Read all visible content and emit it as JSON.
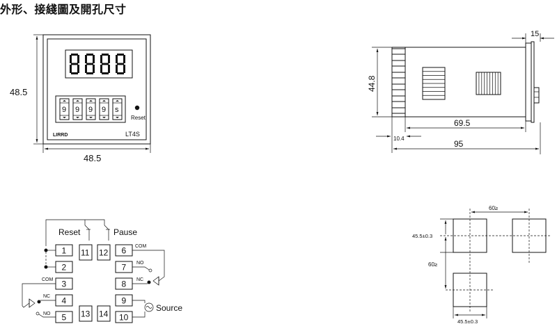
{
  "title": "外形、接綫圖及開孔尺寸",
  "front_view": {
    "height_dim": "48.5",
    "width_dim": "48.5",
    "thumbwheel_digits": [
      "9",
      "9",
      "9",
      "9",
      "s"
    ],
    "reset_label": "Reset",
    "brand": "LIRRD",
    "model": "LT4S"
  },
  "side_view": {
    "depth_dim": "15",
    "height_dim": "44.8",
    "body_dim": "69.5",
    "bezel_dim": "10.4",
    "total_dim": "95"
  },
  "wiring": {
    "reset_label": "Reset",
    "pause_label": "Pause",
    "source_label": "Source",
    "terminals": [
      "1",
      "2",
      "3",
      "4",
      "5",
      "6",
      "7",
      "8",
      "9",
      "10",
      "11",
      "12",
      "13",
      "14"
    ],
    "com_label": "COM",
    "no_label": "NO",
    "nc_label": "NC"
  },
  "cutout": {
    "spacing_h": "60≥",
    "spacing_v": "60≥",
    "size_v": "45.5±0.3",
    "size_h": "45.5±0.3"
  }
}
